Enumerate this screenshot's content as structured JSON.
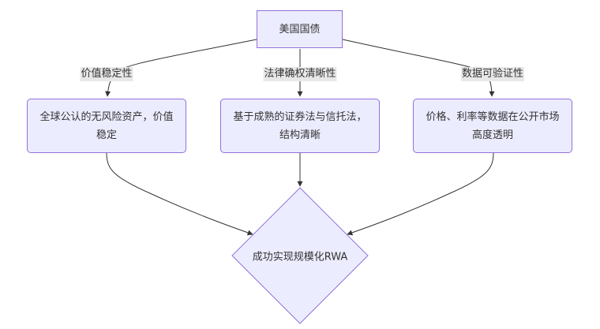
{
  "diagram": {
    "type": "flowchart",
    "colors": {
      "node_fill": "#ECECFF",
      "node_border": "#9370DB",
      "edge": "#333333",
      "edge_label_bg": "#e8e8e8"
    },
    "nodes": {
      "root": {
        "label": "美国国债"
      },
      "value": {
        "label": "全球公认的无风险资产，价值稳定"
      },
      "legal": {
        "label": "基于成熟的证券法与信托法，结构清晰"
      },
      "data": {
        "label": "价格、利率等数据在公开市场高度透明"
      },
      "goal": {
        "label": "成功实现规模化RWA"
      }
    },
    "edges": [
      {
        "from": "root",
        "to": "value",
        "label": "价值稳定性"
      },
      {
        "from": "root",
        "to": "legal",
        "label": "法律确权清晰性"
      },
      {
        "from": "root",
        "to": "data",
        "label": "数据可验证性"
      },
      {
        "from": "value",
        "to": "goal",
        "label": ""
      },
      {
        "from": "legal",
        "to": "goal",
        "label": ""
      },
      {
        "from": "data",
        "to": "goal",
        "label": ""
      }
    ]
  }
}
